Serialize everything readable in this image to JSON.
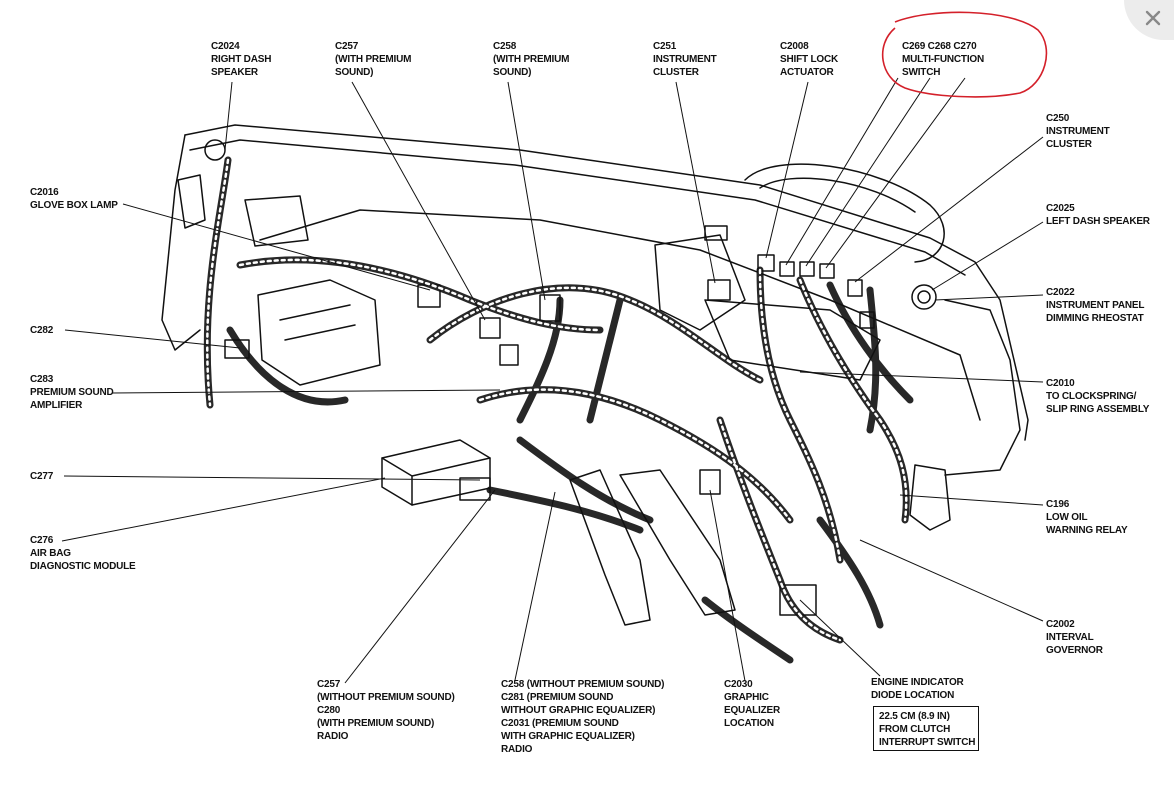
{
  "labels": {
    "c2024": [
      "C2024",
      "RIGHT DASH",
      "SPEAKER"
    ],
    "c257_top": [
      "C257",
      "(WITH PREMIUM",
      "SOUND)"
    ],
    "c258_top": [
      "C258",
      "(WITH PREMIUM",
      "SOUND)"
    ],
    "c251": [
      "C251",
      "INSTRUMENT",
      "CLUSTER"
    ],
    "c2008": [
      "C2008",
      "SHIFT LOCK",
      "ACTUATOR"
    ],
    "c269": [
      "C269 C268 C270",
      "MULTI-FUNCTION",
      "SWITCH"
    ],
    "c250": [
      "C250",
      "INSTRUMENT",
      "CLUSTER"
    ],
    "c2025": [
      "C2025",
      "LEFT DASH SPEAKER"
    ],
    "c2016": [
      "C2016",
      "GLOVE BOX LAMP"
    ],
    "c2022": [
      "C2022",
      "INSTRUMENT PANEL",
      "DIMMING RHEOSTAT"
    ],
    "c282": [
      "C282"
    ],
    "c283": [
      "C283",
      "PREMIUM SOUND",
      "AMPLIFIER"
    ],
    "c2010": [
      "C2010",
      "TO CLOCKSPRING/",
      "SLIP RING ASSEMBLY"
    ],
    "c277": [
      "C277"
    ],
    "c196": [
      "C196",
      "LOW OIL",
      "WARNING RELAY"
    ],
    "c276": [
      "C276",
      "AIR BAG",
      "DIAGNOSTIC MODULE"
    ],
    "c2002": [
      "C2002",
      "INTERVAL",
      "GOVERNOR"
    ],
    "c257_bottom": [
      "C257",
      "(WITHOUT PREMIUM SOUND)",
      "C280",
      "(WITH PREMIUM SOUND)",
      "RADIO"
    ],
    "c258_bottom": [
      "C258 (WITHOUT PREMIUM SOUND)",
      "C281 (PREMIUM SOUND",
      "WITHOUT GRAPHIC EQUALIZER)",
      "C2031 (PREMIUM SOUND",
      "WITH GRAPHIC EQUALIZER)",
      "RADIO"
    ],
    "c2030": [
      "C2030",
      "GRAPHIC",
      "EQUALIZER",
      "LOCATION"
    ],
    "engine_diode": [
      "ENGINE INDICATOR",
      "DIODE LOCATION"
    ],
    "note": [
      "22.5 CM (8.9 IN)",
      "FROM CLUTCH",
      "INTERRUPT SWITCH"
    ]
  },
  "colors": {
    "highlight": "#d4202a",
    "ink": "#111111",
    "close_bg": "#ececec",
    "close_icon": "#888888"
  },
  "icons": {
    "close": "close-icon"
  }
}
